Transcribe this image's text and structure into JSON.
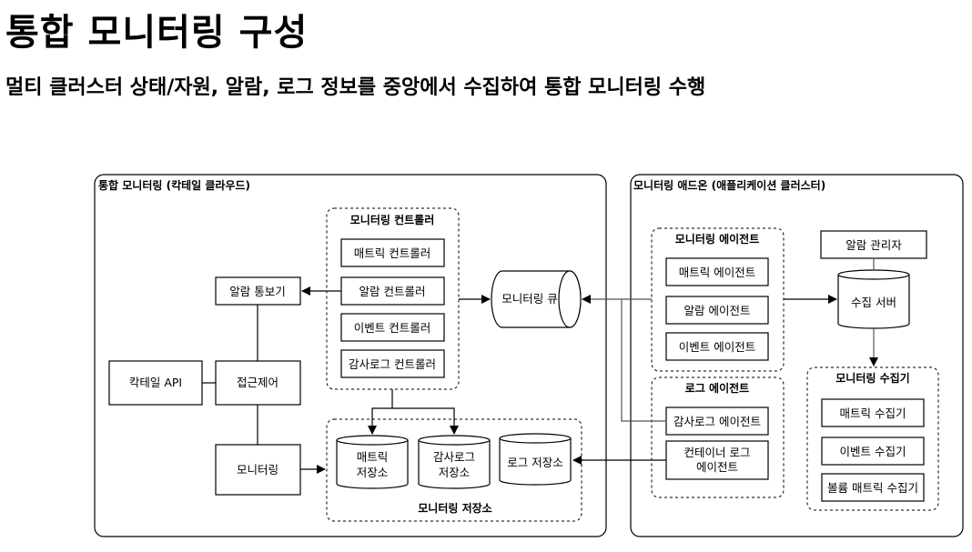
{
  "header": {
    "title": "통합 모니터링 구성",
    "subtitle": "멀티 클러스터 상태/자원, 알람, 로그 정보를 중앙에서 수집하여 통합 모니터링 수행"
  },
  "left_panel": {
    "title": "통합 모니터링 (칵테일 클라우드)",
    "alarm_notifier": "알람 통보기",
    "access_control": "접근제어",
    "cocktail_api": "칵테일 API",
    "monitoring": "모니터링",
    "controllers": {
      "title": "모니터링 컨트롤러",
      "items": [
        "매트릭 컨트롤러",
        "알람 컨트롤러",
        "이벤트 컨트롤러",
        "감사로그 컨트롤러"
      ]
    },
    "queue": "모니터링 큐",
    "storage": {
      "title": "모니터링 저장소",
      "items": [
        {
          "line1": "매트릭",
          "line2": "저장소"
        },
        {
          "line1": "감사로그",
          "line2": "저장소"
        },
        {
          "line1": "로그 저장소",
          "line2": ""
        }
      ]
    }
  },
  "right_panel": {
    "title": "모니터링 애드온 (애플리케이션 클러스터)",
    "agents": {
      "title": "모니터링 에이전트",
      "items": [
        "매트릭 에이전트",
        "알람 에이전트",
        "이벤트 에이전트"
      ]
    },
    "log_agents": {
      "title": "로그 에이전트",
      "items": [
        {
          "line1": "감사로그 에이전트",
          "line2": ""
        },
        {
          "line1": "컨테이너 로그",
          "line2": "에이전트"
        }
      ]
    },
    "alarm_manager": "알람 관리자",
    "collector_server": "수집 서버",
    "collectors": {
      "title": "모니터링 수집기",
      "items": [
        "매트릭 수집기",
        "이벤트 수집기",
        "볼륨 매트릭 수집기"
      ]
    }
  }
}
